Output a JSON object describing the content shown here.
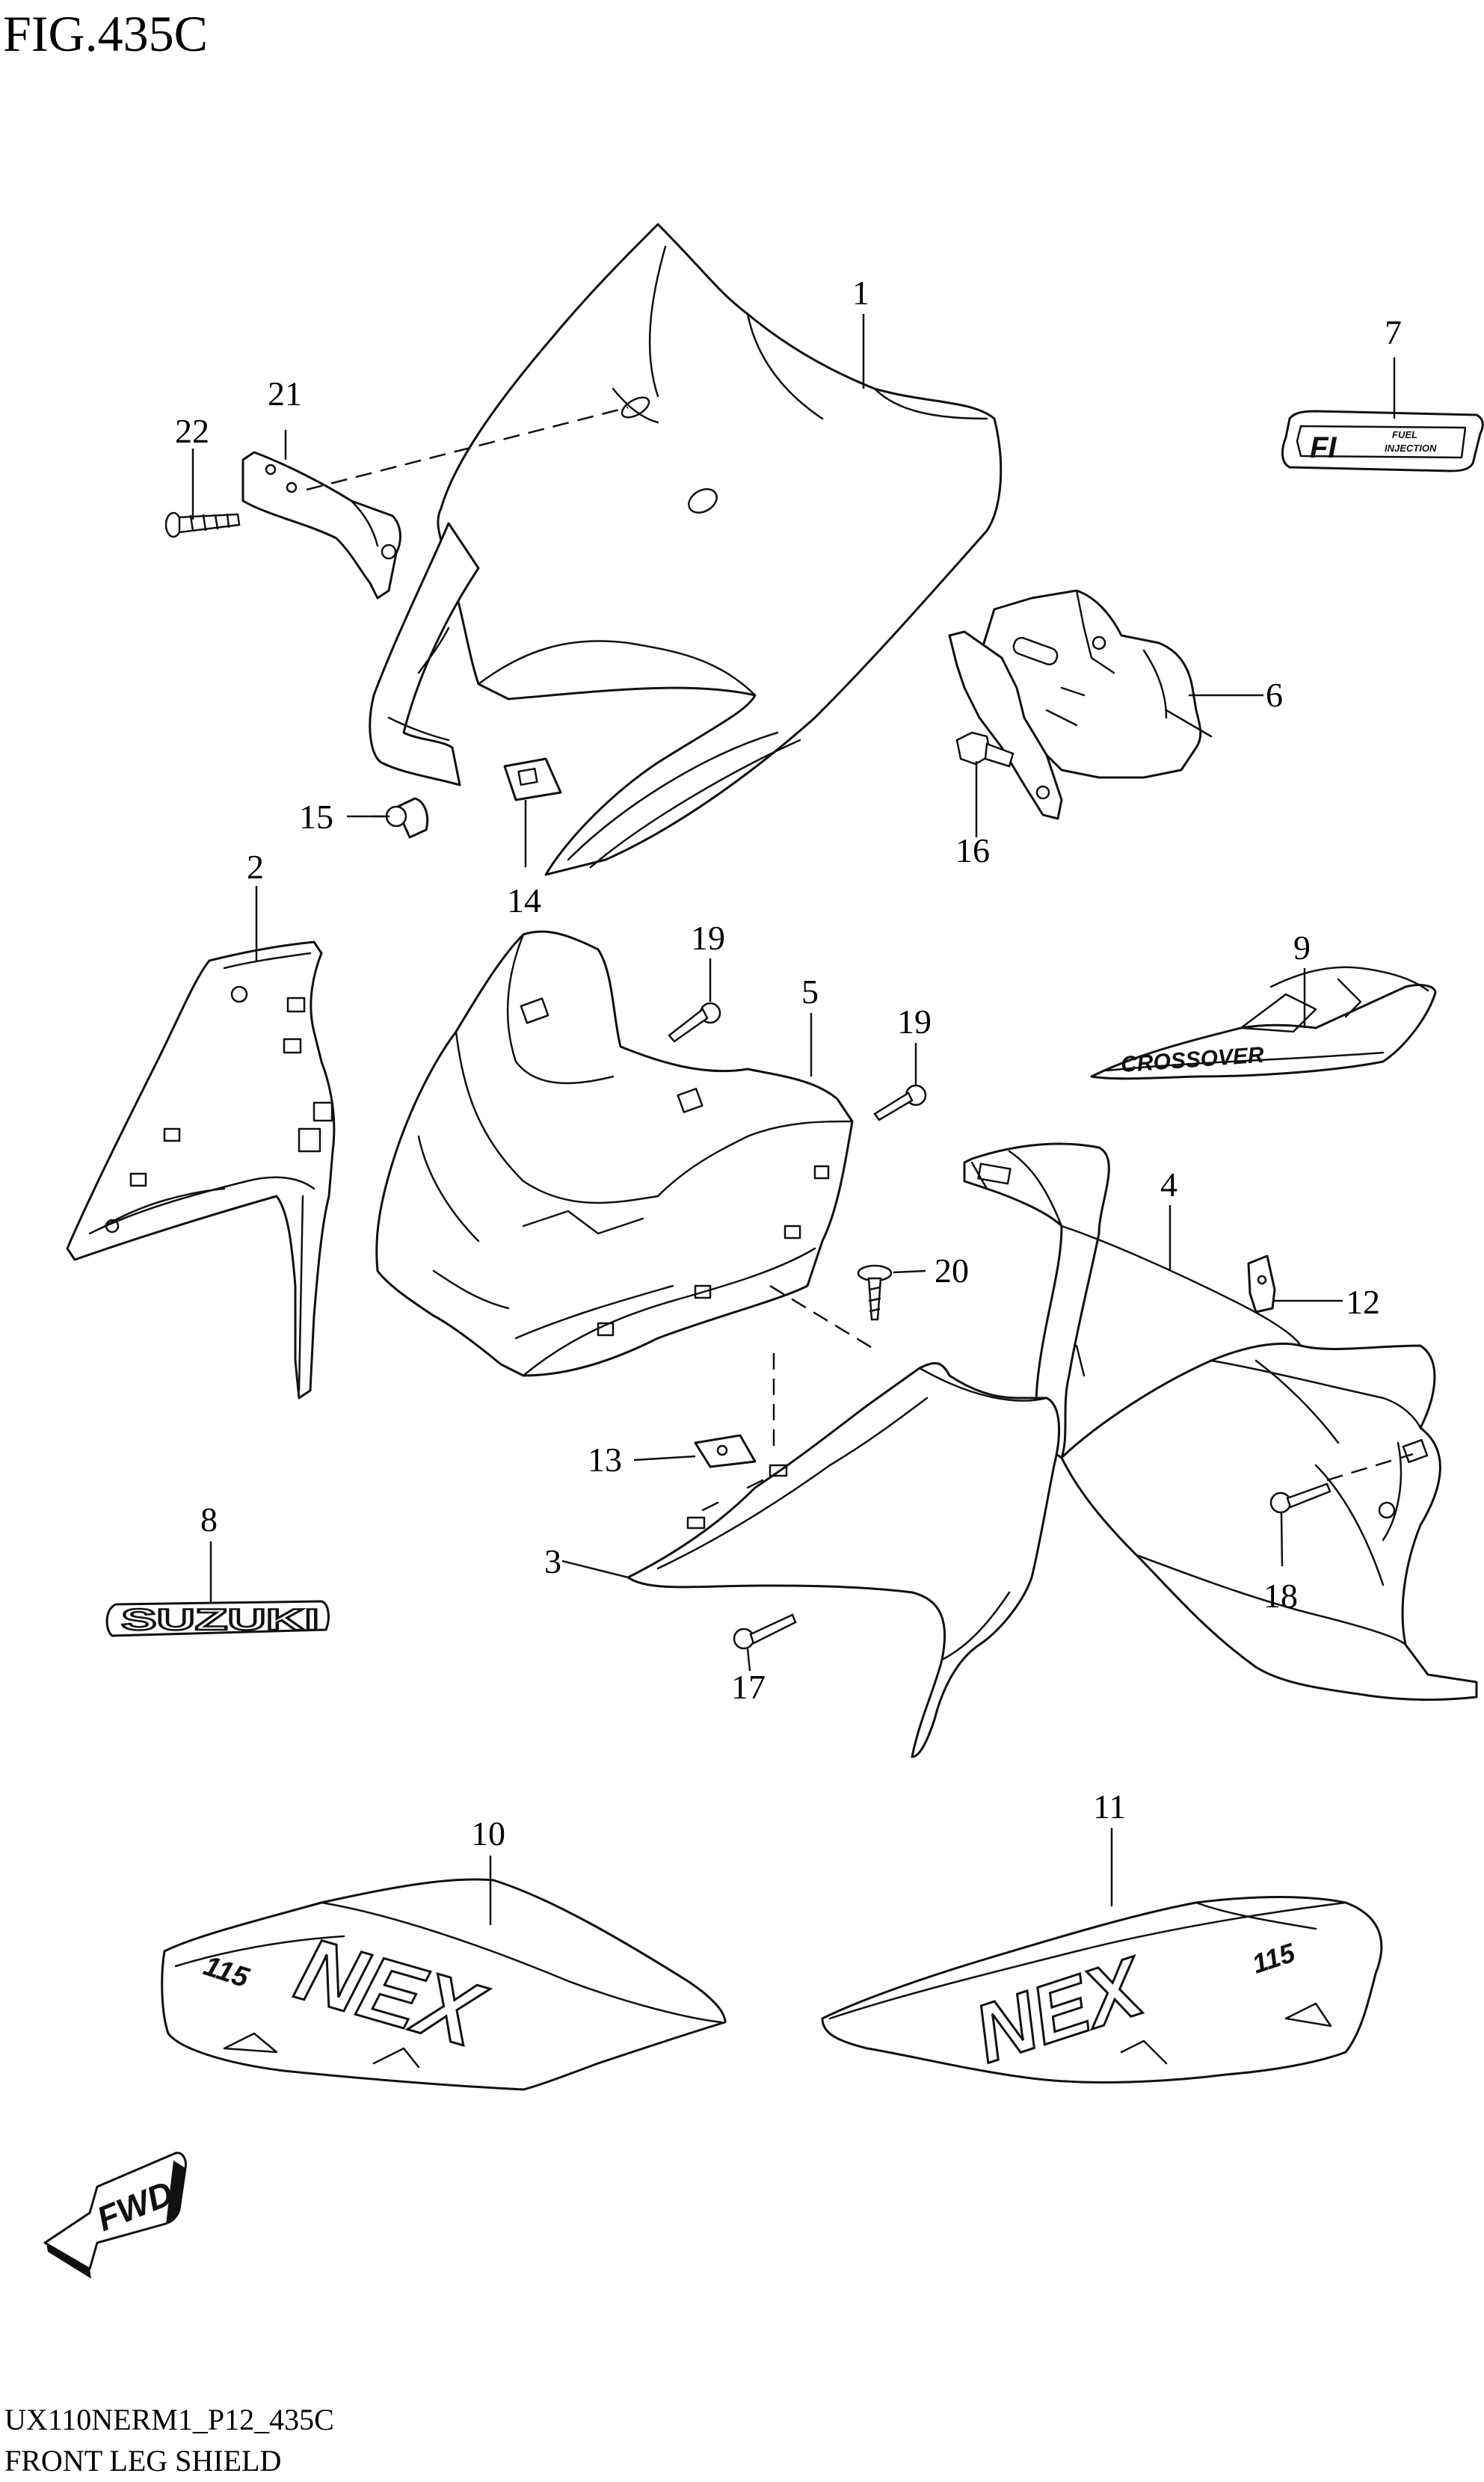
{
  "figure": {
    "title": "FIG.435C"
  },
  "callouts": [
    {
      "id": "1",
      "label": "1"
    },
    {
      "id": "2",
      "label": "2"
    },
    {
      "id": "3",
      "label": "3"
    },
    {
      "id": "4",
      "label": "4"
    },
    {
      "id": "5",
      "label": "5"
    },
    {
      "id": "6",
      "label": "6"
    },
    {
      "id": "7",
      "label": "7"
    },
    {
      "id": "8",
      "label": "8"
    },
    {
      "id": "9",
      "label": "9"
    },
    {
      "id": "10",
      "label": "10"
    },
    {
      "id": "11",
      "label": "11"
    },
    {
      "id": "12",
      "label": "12"
    },
    {
      "id": "13",
      "label": "13"
    },
    {
      "id": "14",
      "label": "14"
    },
    {
      "id": "15",
      "label": "15"
    },
    {
      "id": "16",
      "label": "16"
    },
    {
      "id": "17",
      "label": "17"
    },
    {
      "id": "18",
      "label": "18"
    },
    {
      "id": "19a",
      "label": "19"
    },
    {
      "id": "19b",
      "label": "19"
    },
    {
      "id": "20",
      "label": "20"
    },
    {
      "id": "21",
      "label": "21"
    },
    {
      "id": "22",
      "label": "22"
    }
  ],
  "decals": {
    "suzuki": "SUZUKI",
    "fi_mark": "FI",
    "fi_line1": "FUEL",
    "fi_line2": "INJECTION",
    "crossover": "CROSSOVER",
    "nex": "NEX",
    "nex_badge": "115",
    "fwd": "FWD"
  },
  "footer": {
    "code": "UX110NERM1_P12_435C",
    "name": "FRONT LEG SHIELD"
  }
}
